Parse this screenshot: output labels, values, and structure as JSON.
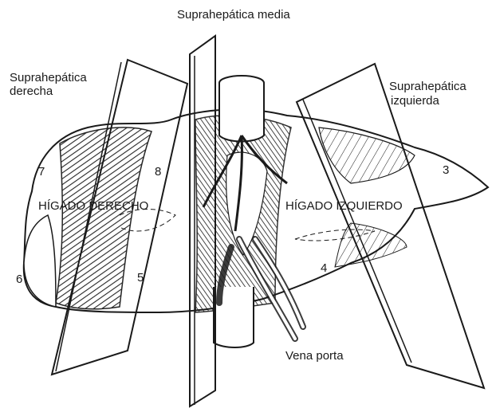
{
  "figure": {
    "labels": {
      "suprahepatica_media": "Suprahepática media",
      "suprahepatica_derecha_line1": "Suprahepática",
      "suprahepatica_derecha_line2": "derecha",
      "suprahepatica_izquierda_line1": "Suprahepática",
      "suprahepatica_izquierda_line2": "izquierda",
      "higado_derecho": "HÍGADO DERECHO",
      "higado_izquierdo": "HÍGADO IZQUIERDO",
      "vena_porta": "Vena porta"
    },
    "segments": {
      "s3": "3",
      "s4": "4",
      "s5": "5",
      "s6": "6",
      "s7": "7",
      "s8": "8"
    }
  },
  "colors": {
    "ink": "#1a1a1a",
    "background": "#ffffff"
  }
}
